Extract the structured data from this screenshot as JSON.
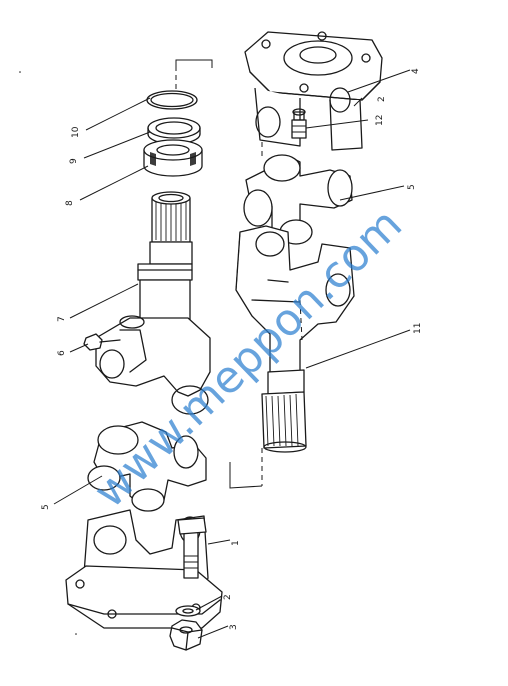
{
  "watermark": "www.meppon.com",
  "callouts": {
    "c1": "1",
    "c2a": "2",
    "c2b": "2",
    "c3": "3",
    "c4": "4",
    "c5a": "5",
    "c5b": "5",
    "c6": "6",
    "c7": "7",
    "c8": "8",
    "c9": "9",
    "c10": "10",
    "c11": "11",
    "c12": "12"
  }
}
